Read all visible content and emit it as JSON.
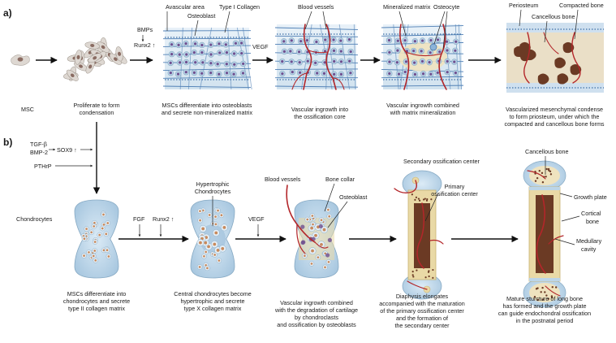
{
  "panel_a": {
    "label": "a)",
    "annotations": {
      "bmps": "BMPs",
      "runx2": "Runx2 ↑",
      "avascular_area": "Avascular area",
      "osteoblast": "Osteoblast",
      "type_i_collagen": "Type I Collagen",
      "vegf": "VEGF",
      "blood_vessels": "Blood vessels",
      "mineralized_matrix": "Mineralized matrix",
      "osteocyte": "Osteocyte",
      "periosteum": "Periosteum",
      "cancellous_bone": "Cancellous bone",
      "compacted_bone": "Compacted bone"
    },
    "captions": {
      "msc": "MSC",
      "proliferate_1": "Proliferate to form",
      "proliferate_2": "condensation",
      "differentiate_1": "MSCs differentiate into osteoblasts",
      "differentiate_2": "and secrete non-mineralized matrix",
      "ingrowth_1": "Vascular ingrowth into",
      "ingrowth_2": "the ossification core",
      "mineralization_1": "Vascular ingrowth combined",
      "mineralization_2": "with matrix mineralization",
      "condense_1": "Vascularized mesenchymal condense",
      "condense_2": "to form priosteum, under which the",
      "condense_3": "compacted and cancellous bone forms"
    }
  },
  "panel_b": {
    "label": "b)",
    "annotations": {
      "tgf": "TGF-β",
      "bmp2": "BMP-2",
      "sox9": "SOX9 ↑",
      "pthrp": "PTHrP",
      "chondrocytes": "Chondrocytes",
      "fgf": "FGF",
      "runx2": "Runx2 ↑",
      "hypertrophic_1": "Hypertrophic",
      "hypertrophic_2": "Chondrocytes",
      "vegf": "VEGF",
      "blood_vessels": "Blood vessels",
      "bone_collar": "Bone collar",
      "osteoblast": "Osteoblast",
      "secondary_center": "Secondary ossification center",
      "primary_center_1": "Primary",
      "primary_center_2": "ossification center",
      "cancellous_bone": "Cancellous bone",
      "growth_plate": "Growth plate",
      "cortical_1": "Cortical",
      "cortical_2": "bone",
      "medullary_1": "Medullary",
      "medullary_2": "cavity"
    },
    "captions": {
      "c1_1": "MSCs differentiate into",
      "c1_2": "chondrocytes and secrete",
      "c1_3": "type II collagen matrix",
      "c2_1": "Central chondrocytes become",
      "c2_2": "hypertrophic and secrete",
      "c2_3": "type X collagen matrix",
      "c3_1": "Vascular ingrowth combined",
      "c3_2": "with the degradation of cartilage",
      "c3_3": "by chondroclasts",
      "c3_4": "and ossification by osteoblasts",
      "c4_1": "Diaphysis elongates",
      "c4_2": "accompanied with the maturation",
      "c4_3": "of the primary ossification center",
      "c4_4": "and the formation of",
      "c4_5": "the secondary center",
      "c5_1": "Mature sturcture of long bone",
      "c5_2": "has formed and the growth plate",
      "c5_3": "can guide endochondral ossification",
      "c5_4": "in the postnatal period"
    }
  },
  "colors": {
    "vessel": "#b3262a",
    "cartilage": "#bcd5e8",
    "bone_marrow": "#6b3a24",
    "cortex": "#e9d9a6",
    "cell_nucleus": "#6f4f8f"
  }
}
